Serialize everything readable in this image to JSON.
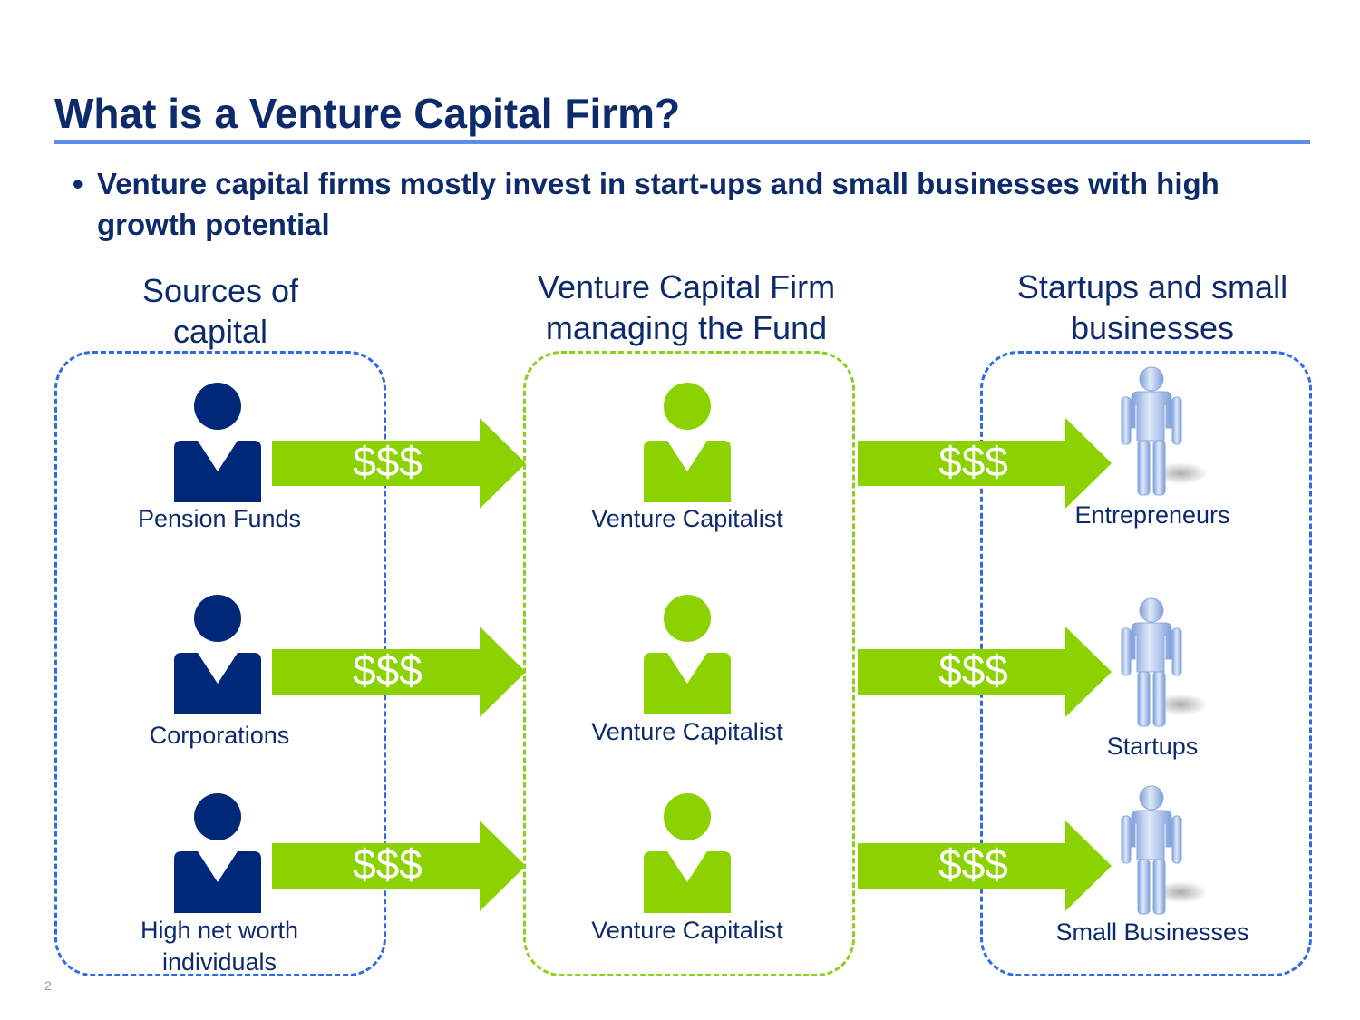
{
  "title": "What is a Venture Capital Firm?",
  "bullet": {
    "marker": "•",
    "text": "Venture capital firms mostly invest in start-ups and small businesses with high growth potential"
  },
  "columns": [
    {
      "heading": "Sources of capital",
      "color": "#002878",
      "box_color": "#2E6BE0",
      "items": [
        {
          "label": "Pension Funds",
          "icon": "person-icon"
        },
        {
          "label": "Corporations",
          "icon": "person-icon"
        },
        {
          "label": "High net worth individuals",
          "icon": "person-icon"
        }
      ]
    },
    {
      "heading": "Venture Capital Firm managing the Fund",
      "color": "#8CD200",
      "box_color": "#8CCF1A",
      "items": [
        {
          "label": "Venture Capitalist",
          "icon": "person-icon"
        },
        {
          "label": "Venture Capitalist",
          "icon": "person-icon"
        },
        {
          "label": "Venture Capitalist",
          "icon": "person-icon"
        }
      ]
    },
    {
      "heading": "Startups and small businesses",
      "color": "#A9C4F0",
      "box_color": "#2E6BE0",
      "items": [
        {
          "label": "Entrepreneurs",
          "icon": "3d-person-icon"
        },
        {
          "label": "Startups",
          "icon": "3d-person-icon"
        },
        {
          "label": "Small Businesses",
          "icon": "3d-person-icon"
        }
      ]
    }
  ],
  "flow": {
    "label": "$$$",
    "arrow_color": "#8CD200"
  },
  "page_number": "2"
}
